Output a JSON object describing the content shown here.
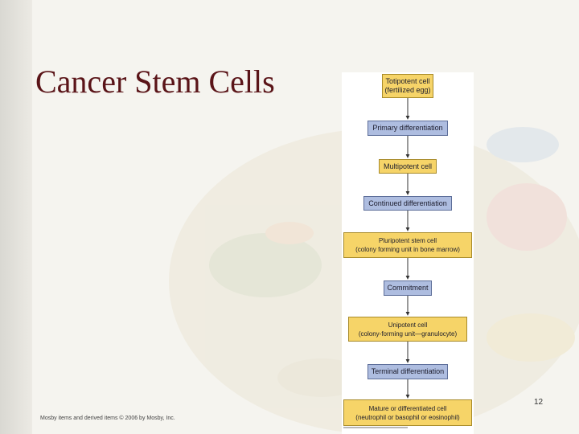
{
  "slide": {
    "title": "Cancer Stem Cells",
    "copyright": "Mosby items and derived items © 2006 by Mosby, Inc.",
    "page_number": "12"
  },
  "flowchart": {
    "steps": [
      {
        "label": "Totipotent cell\n(fertilized egg)",
        "style": "yellow"
      },
      {
        "label": "Primary differentiation",
        "style": "blue"
      },
      {
        "label": "Multipotent cell",
        "style": "yellow"
      },
      {
        "label": "Continued differentiation",
        "style": "blue"
      },
      {
        "label": "Pluripotent stem cell\n(colony forming unit in bone marrow)",
        "style": "yellow"
      },
      {
        "label": "Commitment",
        "style": "blue"
      },
      {
        "label": "Unipotent cell\n(colony-forming unit—granulocyte)",
        "style": "yellow"
      },
      {
        "label": "Terminal differentiation",
        "style": "blue"
      },
      {
        "label": "Mature or differentiated cell\n(neutrophil or basophil or eosinophil)",
        "style": "yellow"
      }
    ],
    "colors": {
      "yellow": "#f6d468",
      "blue": "#aebde0",
      "title": "#5a1418"
    }
  }
}
